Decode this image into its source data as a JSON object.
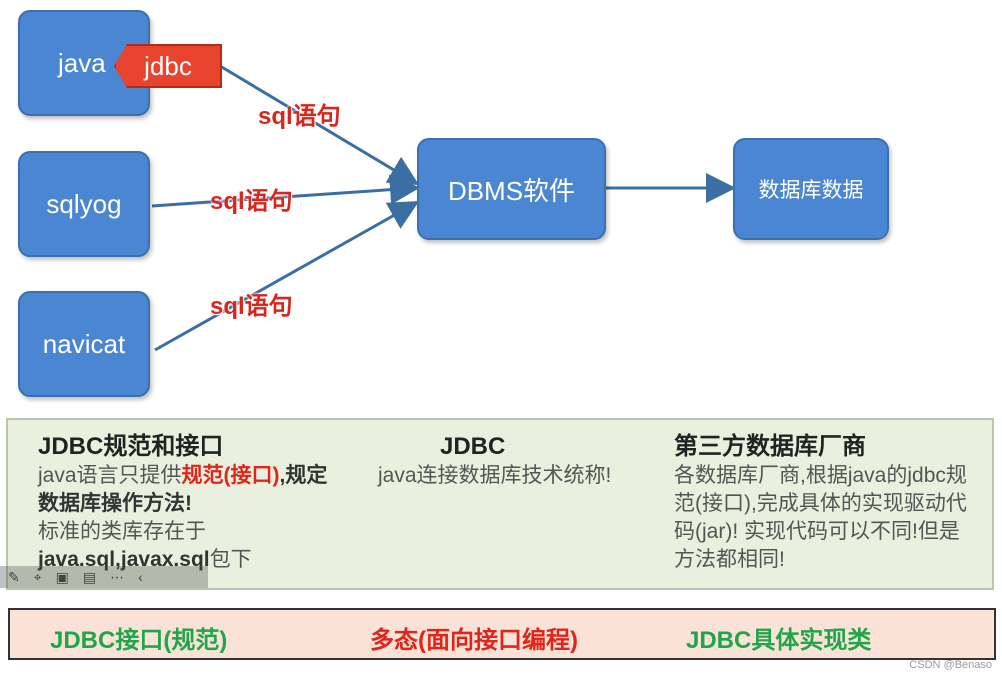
{
  "diagram": {
    "clients": [
      {
        "label": "java"
      },
      {
        "label": "sqlyog"
      },
      {
        "label": "navicat"
      }
    ],
    "jdbc_tag": "jdbc",
    "arrow_label": "sql语句",
    "dbms": "DBMS软件",
    "database": "数据库数据"
  },
  "info": {
    "col1_title": "JDBC规范和接口",
    "col1_text_a": "java语言只提供",
    "col1_text_b": "规范(接口)",
    "col1_text_c": ",规定数据库操作方法!",
    "col1_text_d": "标准的类库存在于",
    "col1_text_e": "java.sql,javax.sql",
    "col1_text_f": "包下",
    "col2_title": "JDBC",
    "col2_text": "java连接数据库技术统称!",
    "col3_title": "第三方数据库厂商",
    "col3_text": "各数据库厂商,根据java的jdbc规范(接口),完成具体的实现驱动代码(jar)! 实现代码可以不同!但是方法都相同!"
  },
  "bottom": {
    "left": "JDBC接口(规范)",
    "middle": "多态(面向接口编程)",
    "right": "JDBC具体实现类"
  },
  "watermark": "CSDN @Benaso",
  "colors": {
    "box": "#4a86d1",
    "arrow": "#3b6fa3",
    "tag": "#e8432c",
    "sql_label": "#d9261c",
    "green_text": "#1fa64a",
    "red_text": "#e0261c"
  }
}
